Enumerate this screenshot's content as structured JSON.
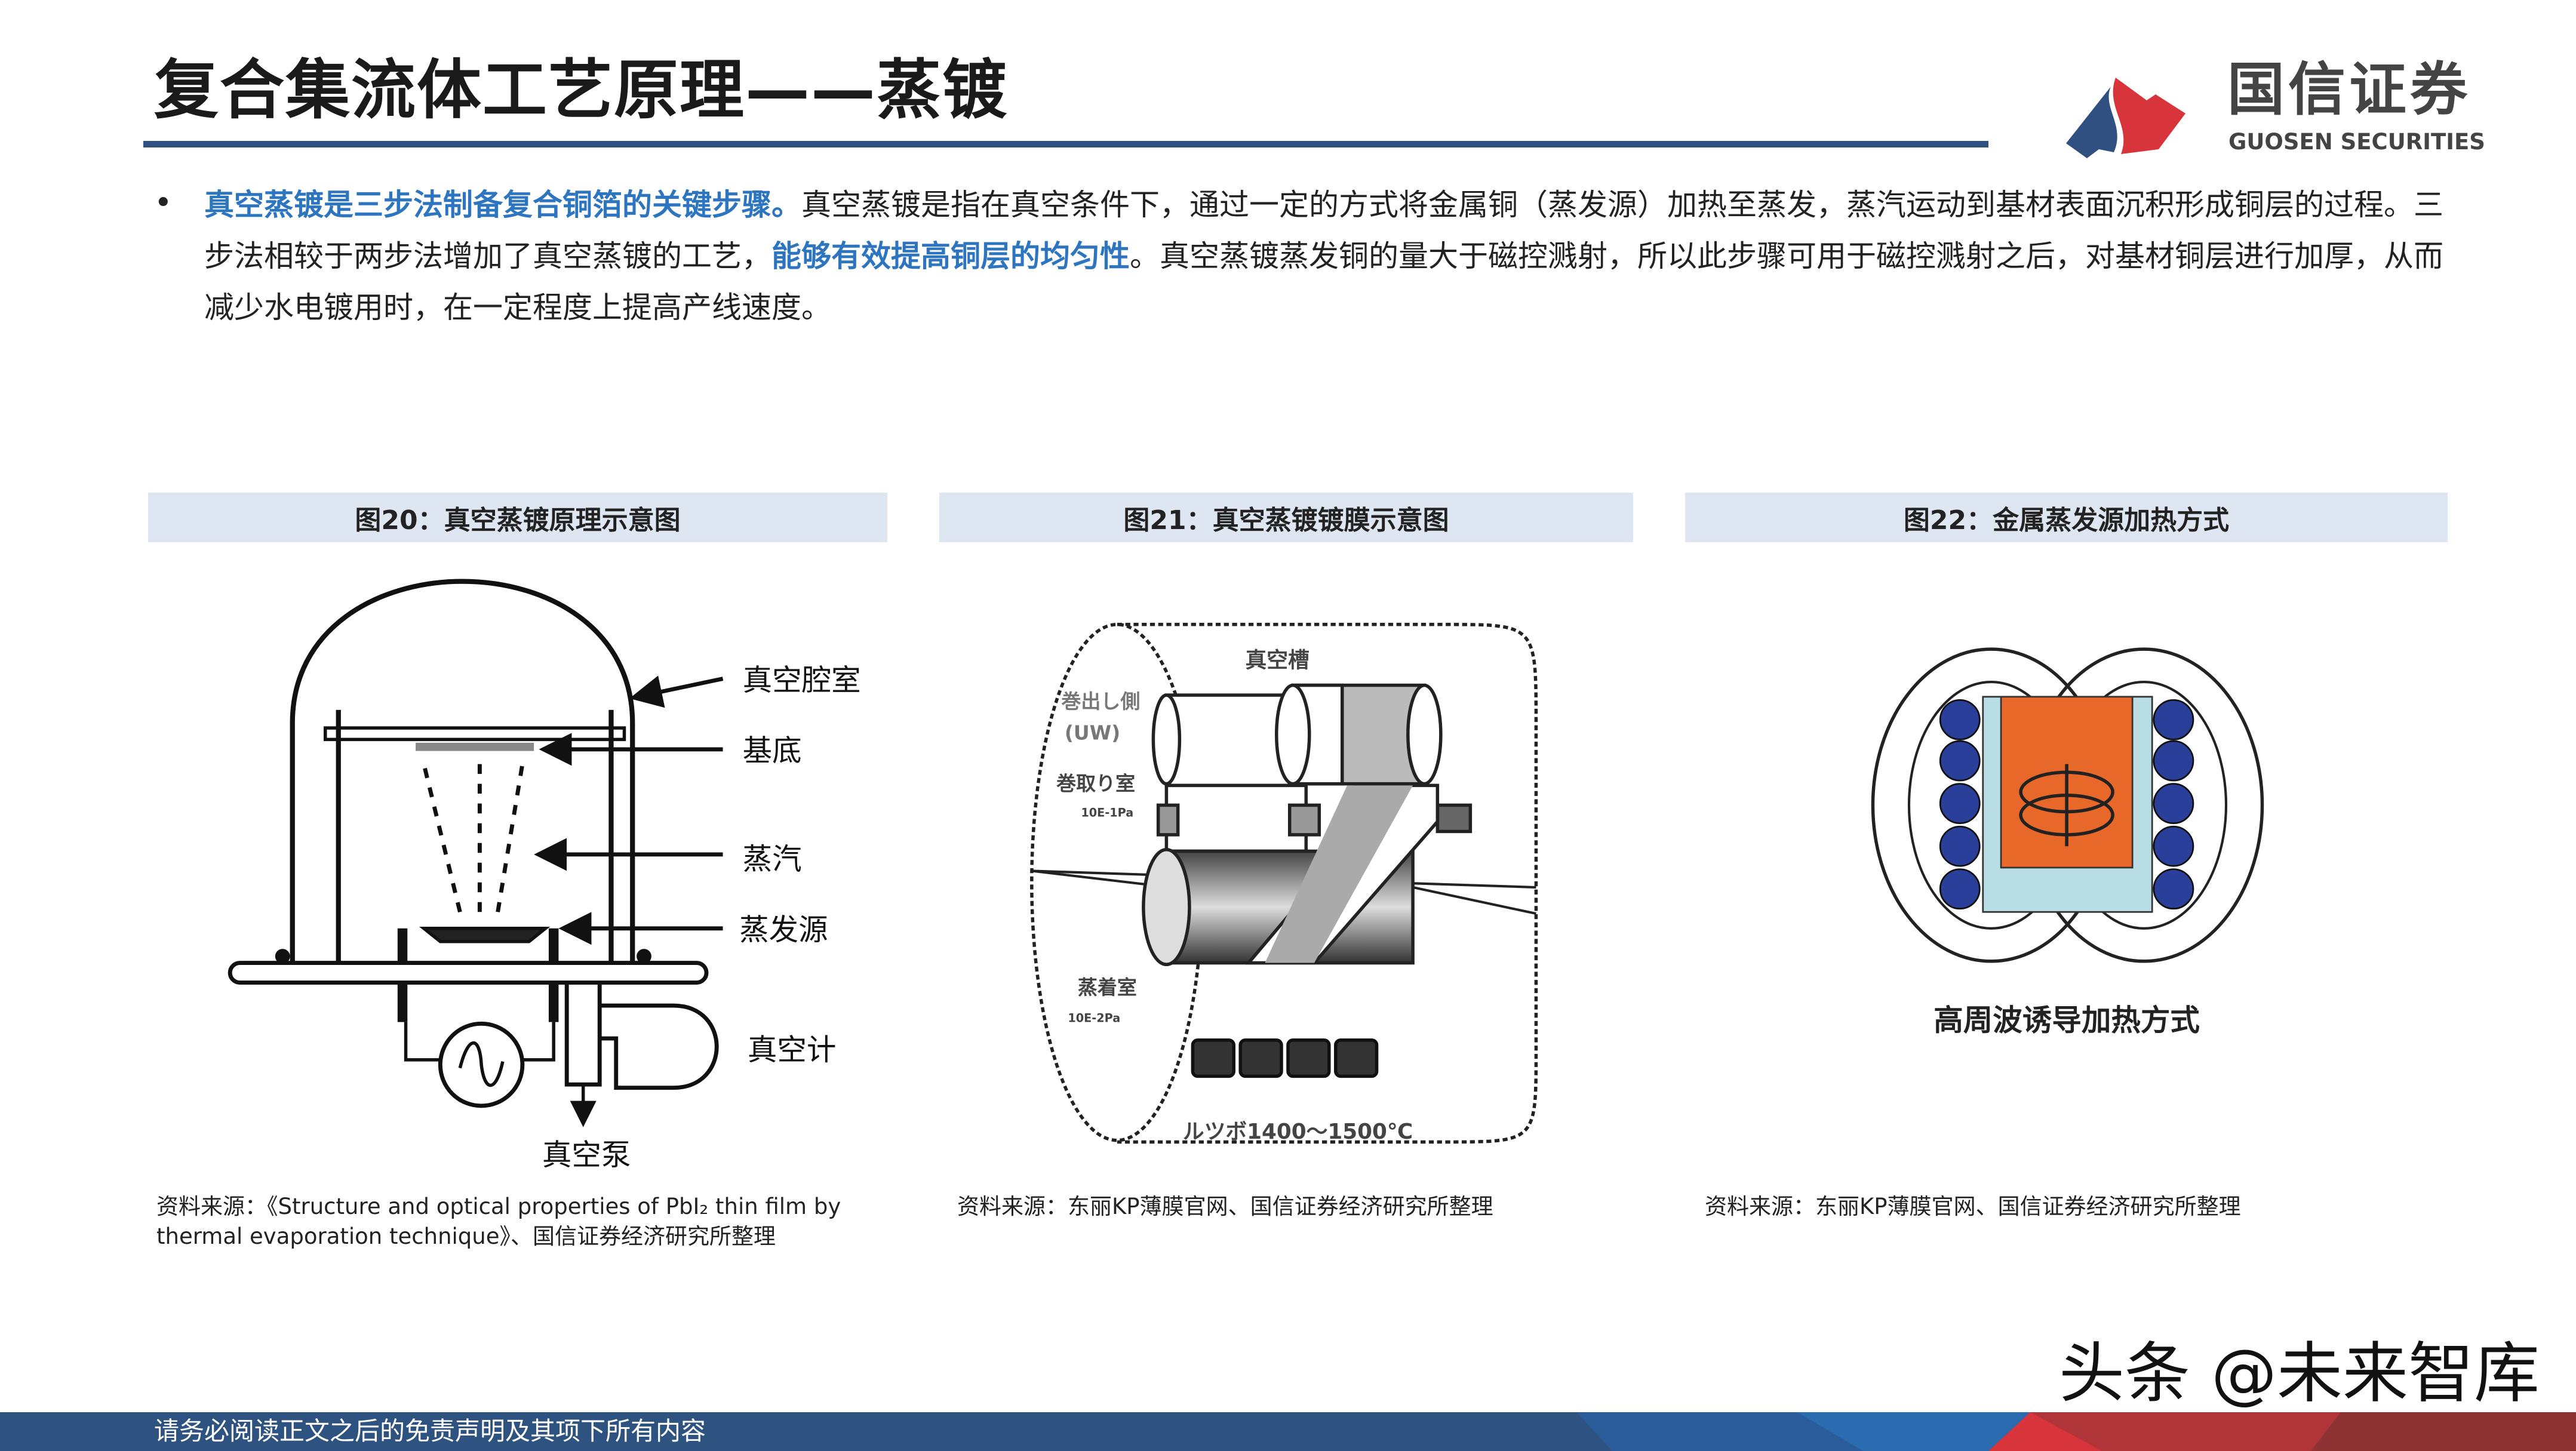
{
  "header": {
    "title": "复合集流体工艺原理——蒸镀",
    "logo_cn": "国信证券",
    "logo_en": "GUOSEN SECURITIES",
    "brand_colors": {
      "blue": "#2f5081",
      "red": "#d7343c"
    }
  },
  "body": {
    "bullet": "•",
    "p1_hl": "真空蒸镀是三步法制备复合铜箔的关键步骤。",
    "p1_rest": "真空蒸镀是指在真空条件下，通过一定的方式将金属铜（蒸发源）加热至蒸发，蒸汽运动到基材表面沉积形成铜层的过程。三步法相较于两步法增加了真空蒸镀的工艺，",
    "p2_hl": "能够有效提高铜层的均匀性",
    "p2_rest": "。真空蒸镀蒸发铜的量大于磁控溅射，所以此步骤可用于磁控溅射之后，对基材铜层进行加厚，从而减少水电镀用时，在一定程度上提高产线速度。",
    "highlight_color": "#2e75c0"
  },
  "figures": [
    {
      "title": "图20：真空蒸镀原理示意图",
      "labels": {
        "chamber": "真空腔室",
        "substrate": "基底",
        "vapor": "蒸汽",
        "source": "蒸发源",
        "gauge": "真空计",
        "pump": "真空泵"
      },
      "caption_line1": "资料来源：《Structure and optical properties of PbI₂ thin film by",
      "caption_line2": "thermal evaporation technique》、国信证券经济研究所整理"
    },
    {
      "title": "图21：真空蒸镀镀膜示意图",
      "labels": {
        "tank": "真空槽",
        "unwind": "巻出し側",
        "unwind_abbr": "(UW)",
        "winding_room": "巻取り室",
        "winding_pressure": "10E-1Pa",
        "deposition_room": "蒸着室",
        "deposition_pressure": "10E-2Pa",
        "crucible": "ルツボ1400～1500℃"
      },
      "caption": "资料来源：东丽KP薄膜官网、国信证券经济研究所整理"
    },
    {
      "title": "图22：金属蒸发源加热方式",
      "labels": {
        "method": "高周波诱导加热方式"
      },
      "caption": "资料来源：东丽KP薄膜官网、国信证券经济研究所整理"
    }
  ],
  "footer": {
    "disclaimer": "请务必阅读正文之后的免责声明及其项下所有内容",
    "watermark": "头条 @未来智库"
  }
}
